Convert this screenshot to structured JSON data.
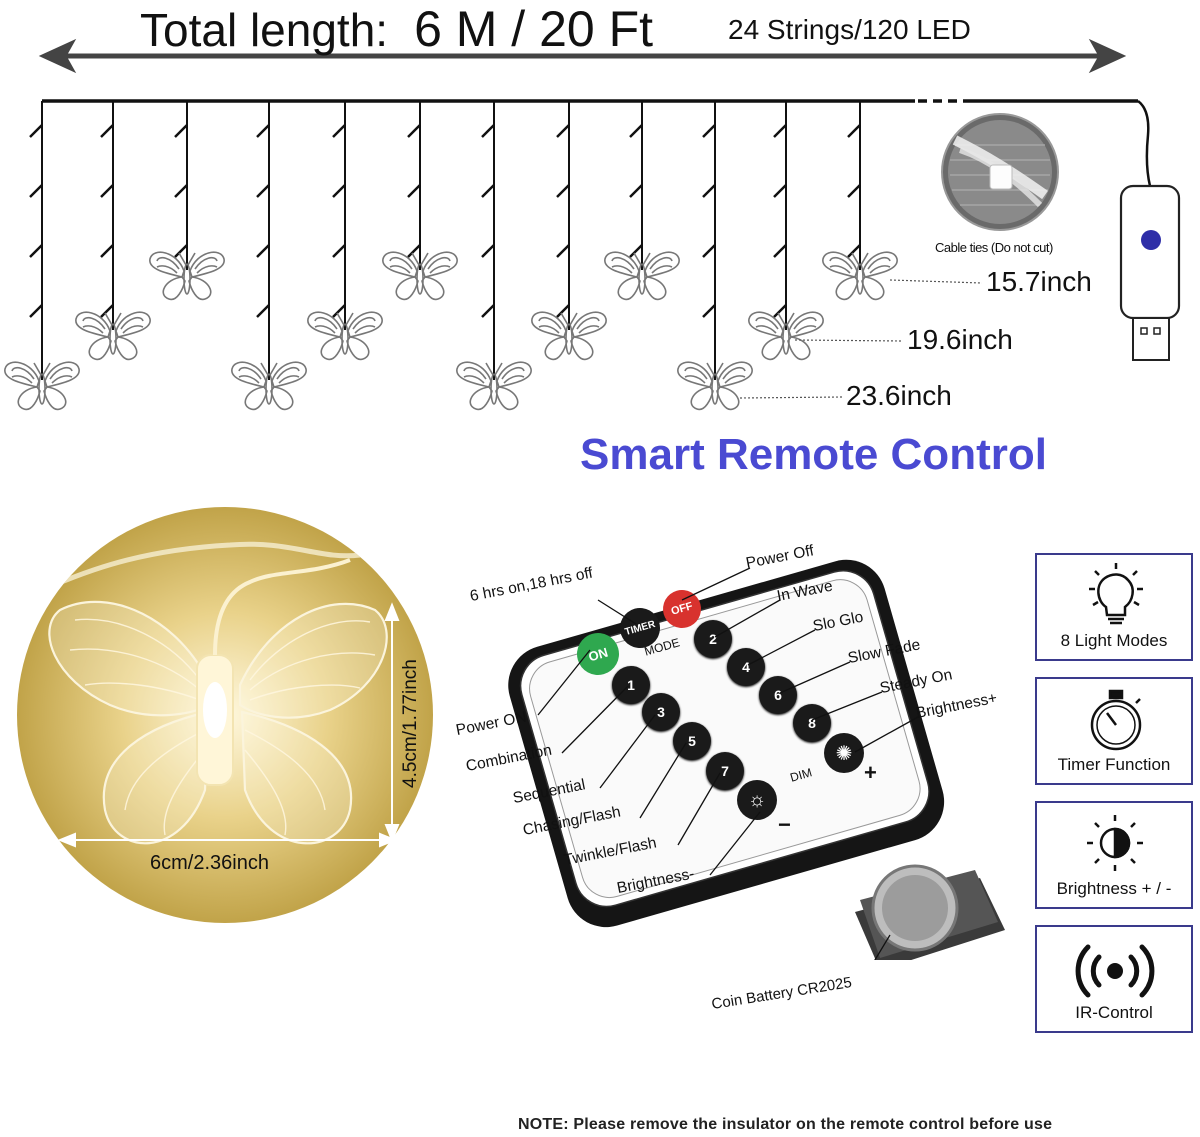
{
  "header": {
    "total_label": "Total length:",
    "total_value": "6 M / 20 Ft",
    "strings": "24 Strings/120 LED"
  },
  "curtain": {
    "cable_ties": "Cable ties (Do not cut)",
    "lengths": [
      "15.7inch",
      "19.6inch",
      "23.6inch"
    ]
  },
  "remote_title": "Smart Remote Control",
  "butterfly": {
    "height": "4.5cm/1.77inch",
    "width": "6cm/2.36inch"
  },
  "remote": {
    "buttons": {
      "on": "ON",
      "off": "OFF",
      "timer": "TIMER",
      "mode": "MODE",
      "dim": "DIM",
      "plus": "+",
      "minus": "−",
      "numbers": [
        "1",
        "2",
        "3",
        "4",
        "5",
        "6",
        "7",
        "8"
      ]
    },
    "labels": {
      "timer": "6 hrs on,18 hrs off",
      "power_off": "Power Off",
      "in_wave": "In Wave",
      "slo_glo": "Slo Glo",
      "slow_fade": "Slow Fade",
      "steady_on": "Steady On",
      "brightness_plus": "Brightness+",
      "power_on": "Power ON",
      "combination": "Combination",
      "sequential": "Sequential",
      "chasing": "Chasing/Flash",
      "twinkle": "Twinkle/Flash",
      "brightness_minus": "Brightness-",
      "battery": "Coin Battery CR2025"
    }
  },
  "features": [
    "8 Light Modes",
    "Timer Function",
    "Brightness  + / -",
    "IR-Control"
  ],
  "note": "NOTE: Please remove the insulator on the remote control before use",
  "colors": {
    "title_blue": "#4a4ad2",
    "box_border": "#3a3a8c",
    "on_green": "#2fa84f",
    "off_red": "#d8322e",
    "warm_glow": "#e9d28a"
  }
}
